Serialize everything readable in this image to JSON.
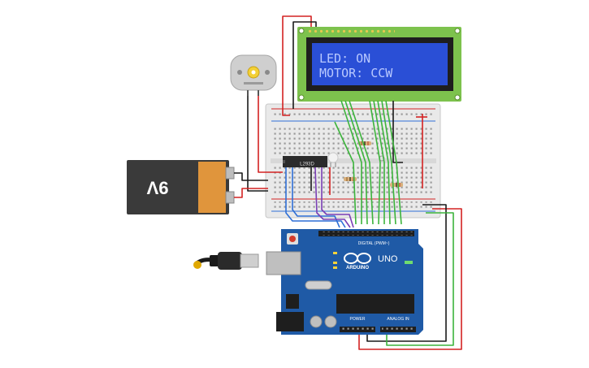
{
  "lcd": {
    "line1": "LED: ON",
    "line2": "MOTOR: CCW",
    "screen_color": "#2a4fd6",
    "text_color": "#b9c9ff",
    "board_color": "#7dc24d"
  },
  "battery": {
    "label": "9V",
    "body_color": "#3a3a3a",
    "cap_color": "#e0953c"
  },
  "driver_chip": {
    "label": "L293D"
  },
  "arduino": {
    "brand": "ARDUINO",
    "model": "UNO",
    "digital_label": "DIGITAL (PWM~)",
    "power_label": "POWER",
    "analog_label": "ANALOG IN",
    "board_color": "#1f5aa6"
  },
  "motor": {
    "icon": "dc-motor-icon"
  },
  "wire_colors": {
    "red": "#d32222",
    "black": "#1a1a1a",
    "green": "#3cb43c",
    "blue": "#2f6fd6",
    "purple": "#7a3fb5"
  }
}
